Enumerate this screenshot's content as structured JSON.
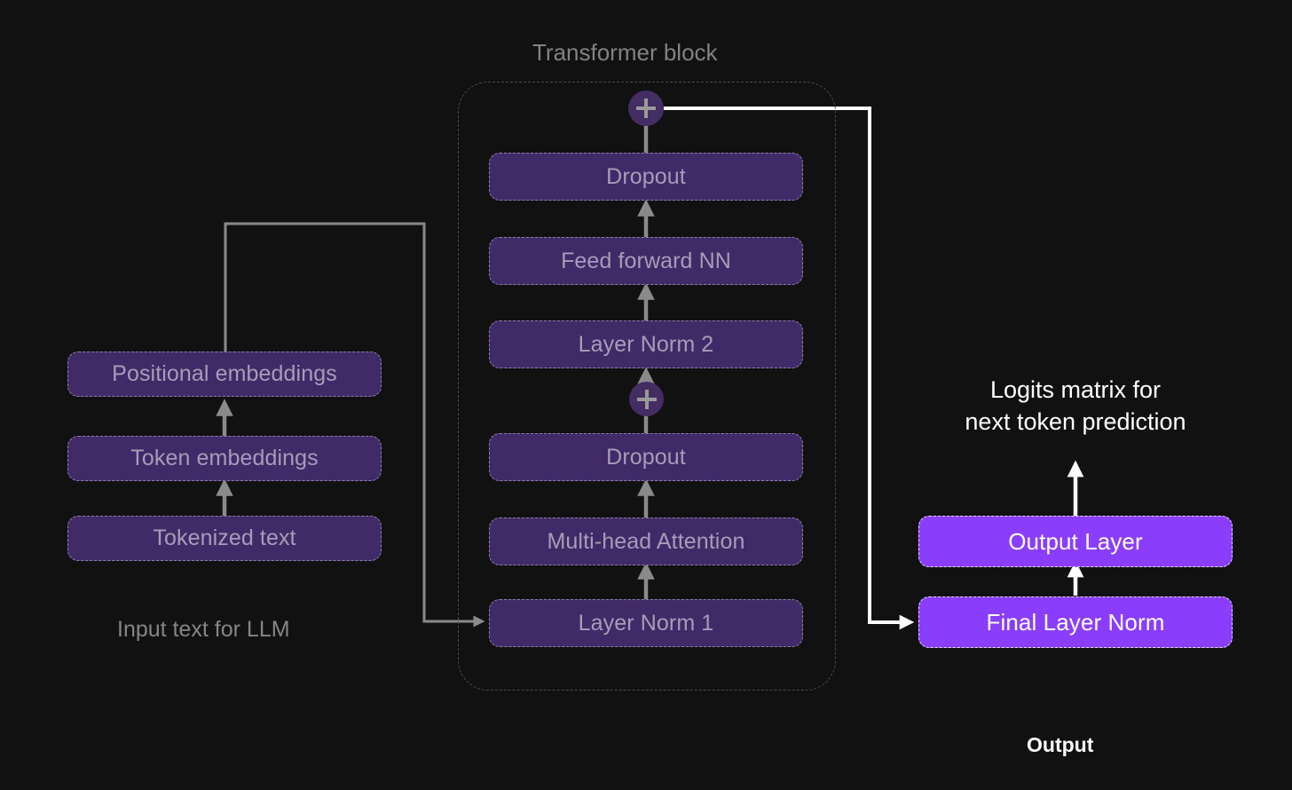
{
  "diagram": {
    "title_transformer_block": "Transformer block",
    "input_label": "Input text for LLM",
    "logits_label_line1": "Logits matrix for",
    "logits_label_line2": "next token prediction",
    "output_label": "Output",
    "colors": {
      "background": "#111111",
      "dark_node_fill": "#412A68",
      "dark_node_text": "#A79CB8",
      "dark_node_border": "#8E7FA6",
      "bright_node_fill": "#8A3DFB",
      "bright_node_text": "#FFFFFF",
      "bright_node_border": "#E9DCFF",
      "container_border": "#4a4a4a",
      "gray_arrow": "#8A8A8A",
      "white_arrow": "#FFFFFF",
      "caption_gray": "#828282",
      "plus_node_fill": "#432D63"
    }
  },
  "input_stack": {
    "nodes": [
      {
        "label": "Positional embeddings",
        "style": "dark"
      },
      {
        "label": "Token embeddings",
        "style": "dark"
      },
      {
        "label": "Tokenized text",
        "style": "dark"
      }
    ]
  },
  "transformer_stack": {
    "nodes": [
      {
        "label": "Dropout",
        "style": "dark"
      },
      {
        "label": "Feed forward NN",
        "style": "dark"
      },
      {
        "label": "Layer Norm 2",
        "style": "dark"
      },
      {
        "label": "Dropout",
        "style": "dark"
      },
      {
        "label": "Multi-head Attention",
        "style": "dark"
      },
      {
        "label": "Layer Norm 1",
        "style": "dark"
      }
    ],
    "residual_adders": [
      {
        "name": "top-residual-add",
        "symbol": "+"
      },
      {
        "name": "mid-residual-add",
        "symbol": "+"
      }
    ]
  },
  "output_stack": {
    "nodes": [
      {
        "label": "Output Layer",
        "style": "bright"
      },
      {
        "label": "Final Layer Norm",
        "style": "bright"
      }
    ]
  }
}
